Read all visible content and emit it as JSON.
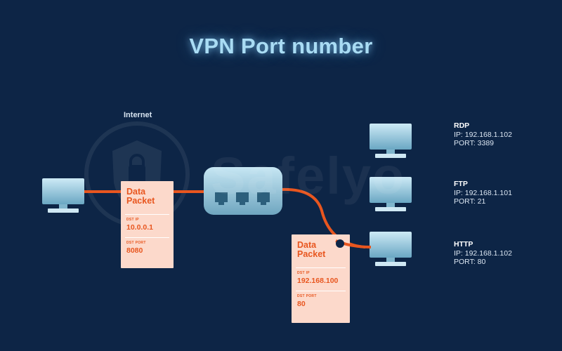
{
  "title": "VPN Port number",
  "internet_label": "Internet",
  "watermark": "Safelyo",
  "packets": [
    {
      "title": "Data Packet",
      "ip_label": "DST IP",
      "ip_value": "10.0.0.1",
      "port_label": "DST PORT",
      "port_value": "8080"
    },
    {
      "title": "Data Packet",
      "ip_label": "DST IP",
      "ip_value": "192.168.100",
      "port_label": "DST PORT",
      "port_value": "80"
    }
  ],
  "servers": [
    {
      "name": "RDP",
      "ip": "IP: 192.168.1.102",
      "port": "PORT: 3389"
    },
    {
      "name": "FTP",
      "ip": "IP: 192.168.1.101",
      "port": "PORT: 21"
    },
    {
      "name": "HTTP",
      "ip": "IP: 192.168.1.102",
      "port": "PORT: 80"
    }
  ],
  "colors": {
    "background": "#0d2546",
    "cable": "#e8561f",
    "packet": "#fcd9cb",
    "title_glow": "#a9dcf4"
  }
}
